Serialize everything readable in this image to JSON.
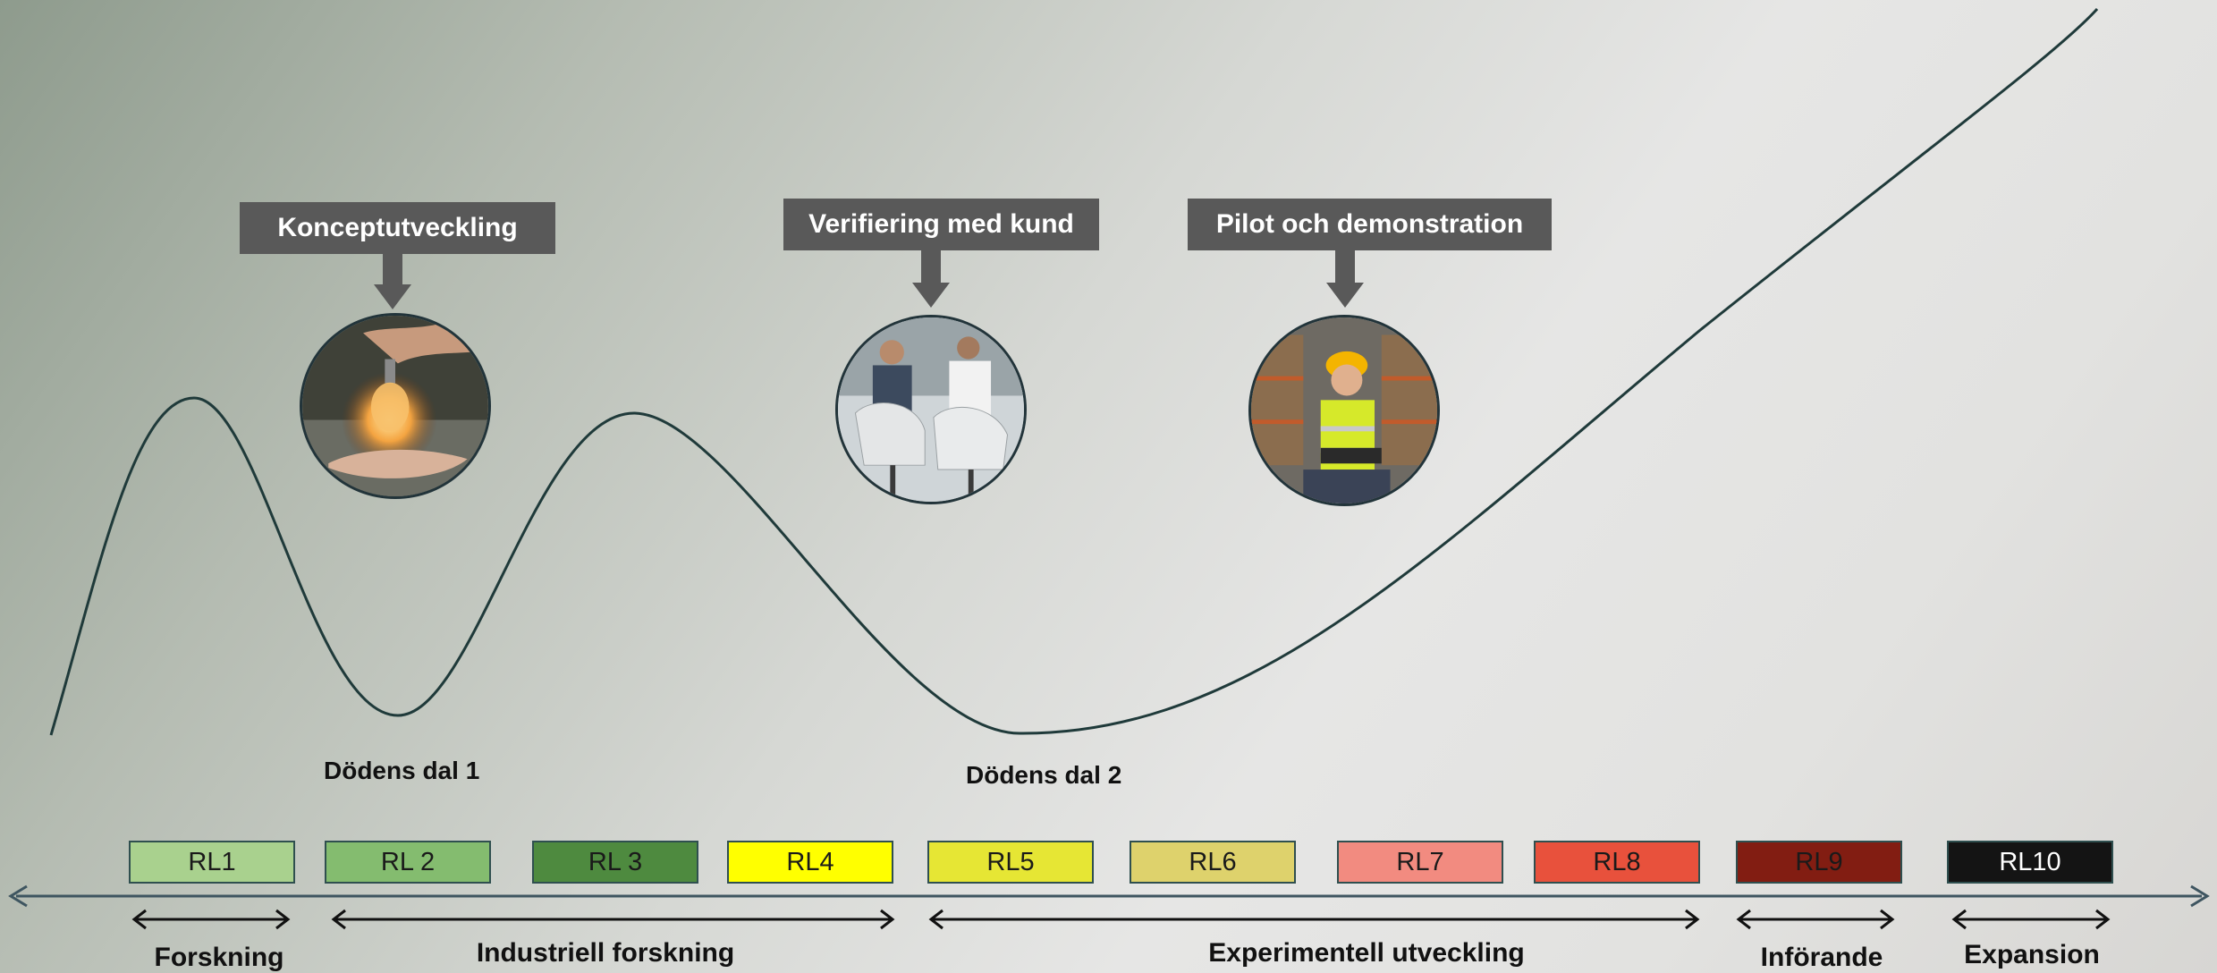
{
  "callouts": {
    "concept": "Konceptutveckling",
    "verify": "Verifiering med kund",
    "pilot": "Pilot och demonstration"
  },
  "valleys": {
    "v1": "Dödens dal 1",
    "v2": "Dödens dal 2"
  },
  "levels": [
    {
      "label": "RL1",
      "color": "#a9d18e"
    },
    {
      "label": "RL 2",
      "color": "#84bc6f"
    },
    {
      "label": "RL 3",
      "color": "#4e8a3f"
    },
    {
      "label": "RL4",
      "color": "#ffff00"
    },
    {
      "label": "RL5",
      "color": "#e6e634"
    },
    {
      "label": "RL6",
      "color": "#ded26c"
    },
    {
      "label": "RL7",
      "color": "#f28b80"
    },
    {
      "label": "RL8",
      "color": "#e8513c"
    },
    {
      "label": "RL9",
      "color": "#821d12"
    },
    {
      "label": "RL10",
      "color": "#141414"
    }
  ],
  "phases": {
    "forskning": "Forskning",
    "industriell": "Industriell forskning",
    "experimentell": "Experimentell utveckling",
    "inforande": "Införande",
    "expansion": "Expansion"
  },
  "images": {
    "concept": "lightbulb-in-hand-photo",
    "verify": "meeting-with-customer-photo",
    "pilot": "warehouse-worker-photo"
  }
}
